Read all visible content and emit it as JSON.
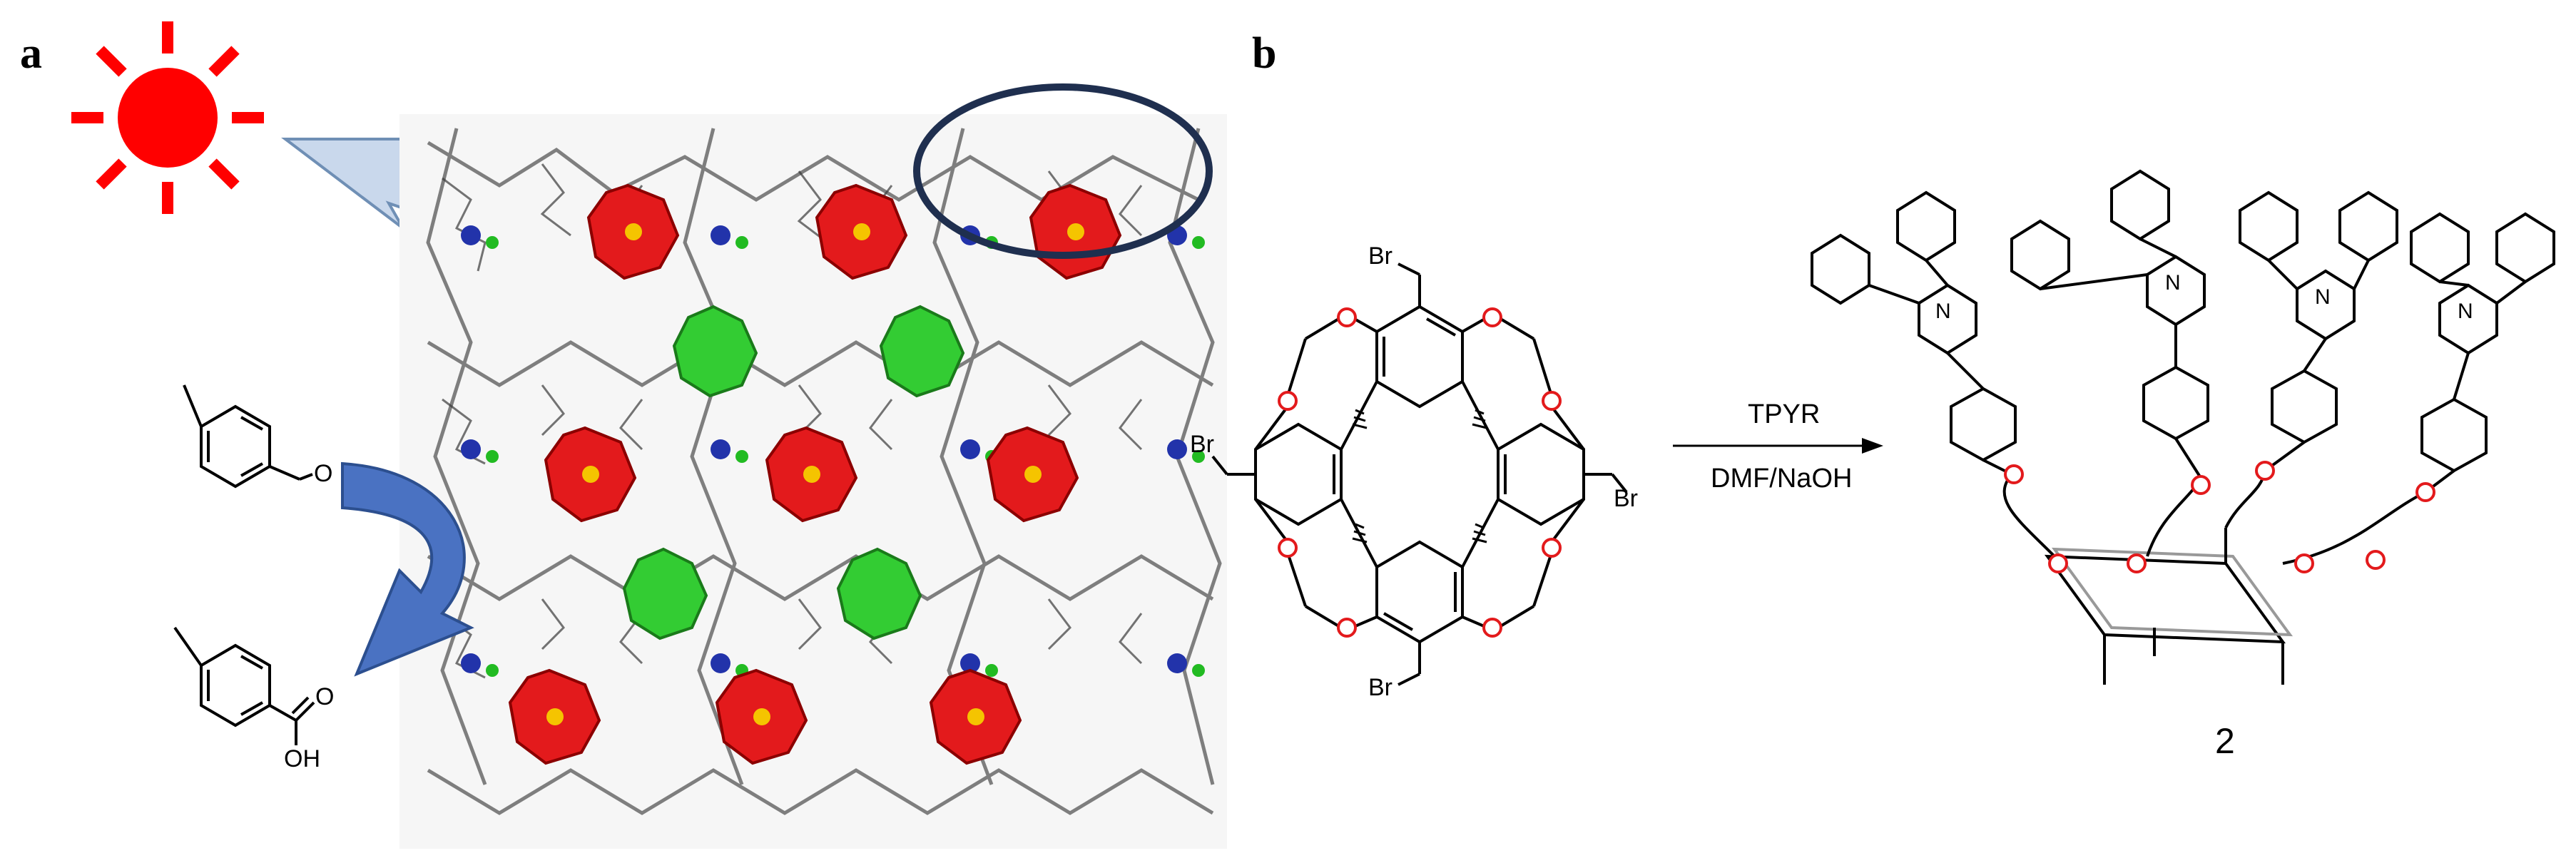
{
  "panels": {
    "a": {
      "label": "a",
      "aldehyde_oxygen": "O",
      "acid_oxygen": "O",
      "acid_hydroxyl": "OH"
    },
    "b": {
      "label": "b",
      "substituents": {
        "br_top": "Br",
        "br_left": "Br",
        "br_right": "Br",
        "br_bottom": "Br"
      },
      "reagent_top": "TPYR",
      "reagent_bottom": "DMF/NaOH",
      "product_label": "2",
      "terpyridine_n": "N"
    }
  },
  "colors": {
    "sun": "#ff0000",
    "lightning": "#b8cce4",
    "arrow": "#4472c4",
    "polyoxometalate_red": "#e31a1c",
    "polyoxometalate_green": "#33cc33",
    "ellipse": "#1f2f4f",
    "oxygen": "#e31a1c",
    "framework": "#555555"
  }
}
